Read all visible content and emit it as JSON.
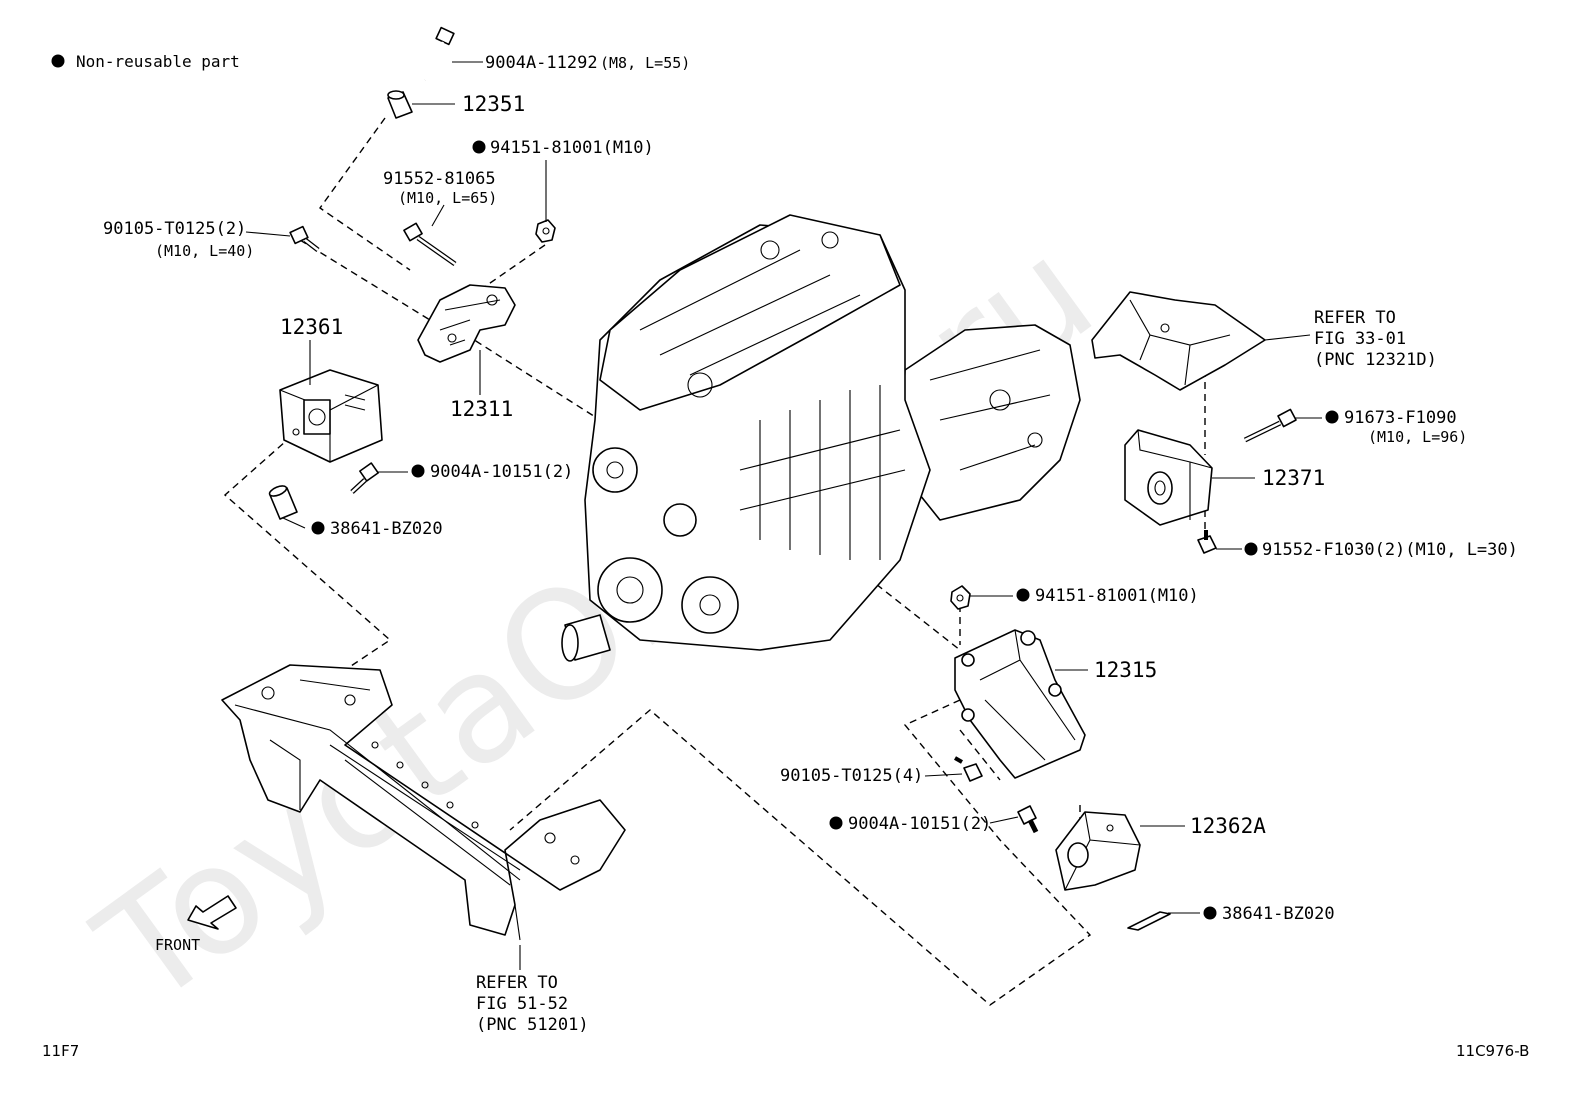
{
  "legend": {
    "symbol": "●",
    "text": "Non-reusable part"
  },
  "watermark": "ToyotaOnline.ru",
  "front_label": "FRONT",
  "footer": {
    "left": "11F7",
    "right": "11C976-B"
  },
  "callouts": {
    "bolt_11292": "9004A-11292",
    "bolt_11292_spec": "(M8, L=55)",
    "p12351": "12351",
    "nut_94151_a": "94151-81001(M10)",
    "bolt_91552_81065": "91552-81065",
    "bolt_91552_81065_spec": "(M10, L=65)",
    "bolt_90105_a": "90105-T0125(2)",
    "bolt_90105_a_spec": "(M10, L=40)",
    "p12361": "12361",
    "p12311": "12311",
    "bolt_10151_a": "9004A-10151(2)",
    "stopper_a": "38641-BZ020",
    "refer_33_l1": "REFER TO",
    "refer_33_l2": "FIG 33-01",
    "refer_33_l3": "(PNC 12321D)",
    "bolt_91673": "91673-F1090",
    "bolt_91673_spec": "(M10, L=96)",
    "p12371": "12371",
    "bolt_91552_f1030": "91552-F1030(2)(M10, L=30)",
    "nut_94151_b": "94151-81001(M10)",
    "p12315": "12315",
    "bolt_90105_b": "90105-T0125(4)",
    "bolt_10151_b": "9004A-10151(2)",
    "p12362a": "12362A",
    "stopper_b": "38641-BZ020",
    "refer_51_l1": "REFER TO",
    "refer_51_l2": "FIG 51-52",
    "refer_51_l3": "(PNC 51201)"
  },
  "non_reusable_markers": [
    "nut_94151_a",
    "bolt_10151_a",
    "stopper_a",
    "bolt_91673",
    "bolt_91552_f1030",
    "nut_94151_b",
    "bolt_10151_b",
    "stopper_b"
  ]
}
